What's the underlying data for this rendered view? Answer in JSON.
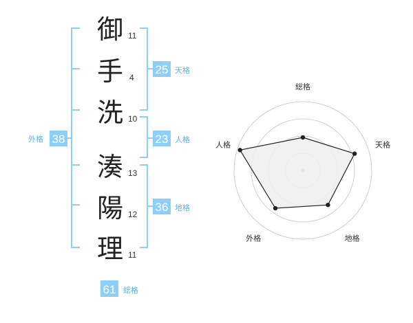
{
  "name": {
    "characters": [
      {
        "char": "御",
        "strokes": "11"
      },
      {
        "char": "手",
        "strokes": "4"
      },
      {
        "char": "洗",
        "strokes": "10"
      },
      {
        "char": "湊",
        "strokes": "13"
      },
      {
        "char": "陽",
        "strokes": "12"
      },
      {
        "char": "理",
        "strokes": "11"
      }
    ]
  },
  "scores": {
    "tenkaku": {
      "value": "25",
      "label": "天格"
    },
    "jinkaku": {
      "value": "23",
      "label": "人格"
    },
    "chikaku": {
      "value": "36",
      "label": "地格"
    },
    "gaikaku": {
      "value": "38",
      "label": "外格"
    },
    "soukaku": {
      "value": "61",
      "label": "総格"
    }
  },
  "colors": {
    "accent": "#55b4ee",
    "badge_bg": "#8ccff8",
    "bracket": "#8ccff8",
    "radar_grid": "#cfcfcf",
    "radar_fill": "#efefef",
    "radar_line": "#222222"
  },
  "chart_data": {
    "type": "radar",
    "axes": [
      "総格",
      "天格",
      "地格",
      "外格",
      "人格"
    ],
    "values": [
      0.48,
      0.79,
      0.62,
      0.68,
      0.96
    ],
    "rings": 4
  }
}
